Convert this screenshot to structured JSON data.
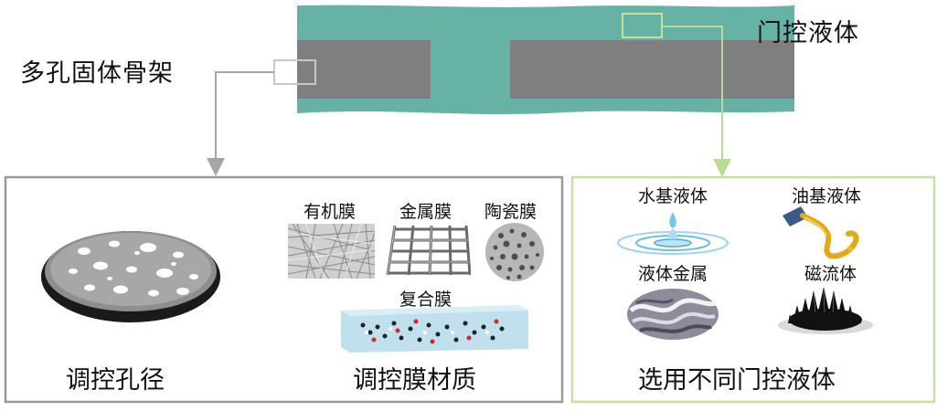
{
  "top": {
    "skeleton_label": "多孔固体骨架",
    "liquid_label": "门控液体"
  },
  "left_panel": {
    "pore_title": "调控孔径",
    "material_title": "调控膜材质",
    "materials": [
      {
        "label": "有机膜"
      },
      {
        "label": "金属膜"
      },
      {
        "label": "陶瓷膜"
      },
      {
        "label": "复合膜"
      }
    ]
  },
  "right_panel": {
    "title": "选用不同门控液体",
    "liquids": [
      {
        "label": "水基液体"
      },
      {
        "label": "油基液体"
      },
      {
        "label": "液体金属"
      },
      {
        "label": "磁流体"
      }
    ]
  },
  "colors": {
    "liquid_teal": "#66b3a6",
    "skeleton_gray": "#7f7f7f",
    "left_border": "#9a9a9a",
    "right_border": "#c5e0a5",
    "left_arrow": "#a6a6a6",
    "right_arrow": "#b9dc93"
  }
}
